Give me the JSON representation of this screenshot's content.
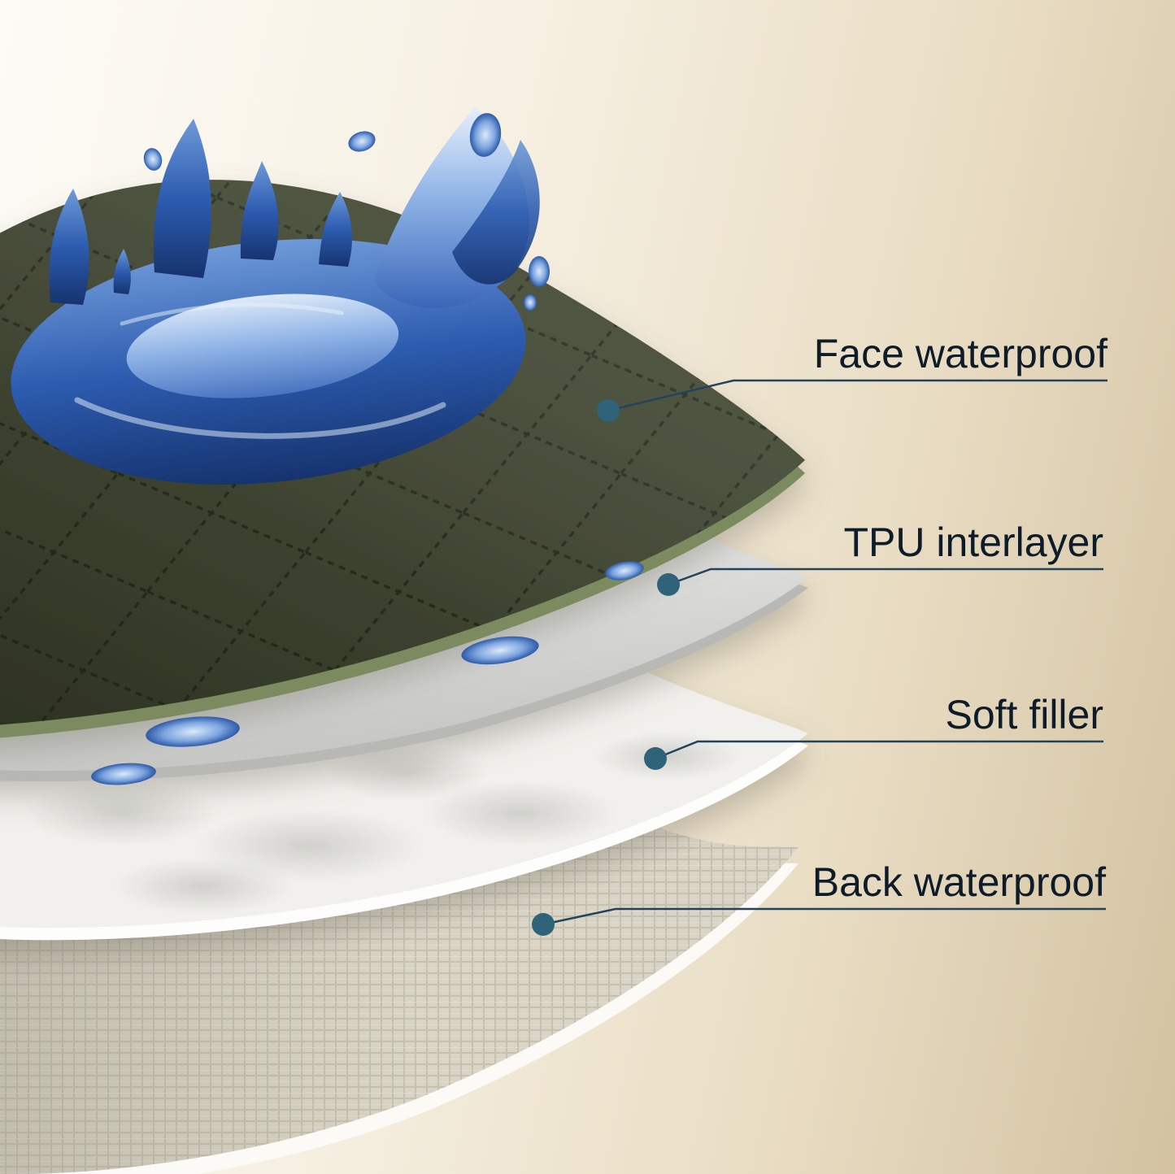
{
  "diagram": {
    "type": "layered-fabric-cross-section",
    "layers": [
      {
        "id": "face-waterproof",
        "label": "Face waterproof"
      },
      {
        "id": "tpu-interlayer",
        "label": "TPU interlayer"
      },
      {
        "id": "soft-filler",
        "label": "Soft filler"
      },
      {
        "id": "back-waterproof",
        "label": "Back waterproof"
      }
    ]
  },
  "style": {
    "callout_dot_color": "#2f6379",
    "callout_line_color": "#24425c",
    "label_text_color": "#0e1b29",
    "face_fabric_color": "#454b36",
    "water_color": "#3a67b5",
    "tpu_color": "#e4e5e3",
    "filler_color": "#f1f0ec",
    "back_color": "#d9d4c6",
    "background_top_left": "#fdfbf6",
    "background_bottom_right": "#d3c2a1"
  }
}
